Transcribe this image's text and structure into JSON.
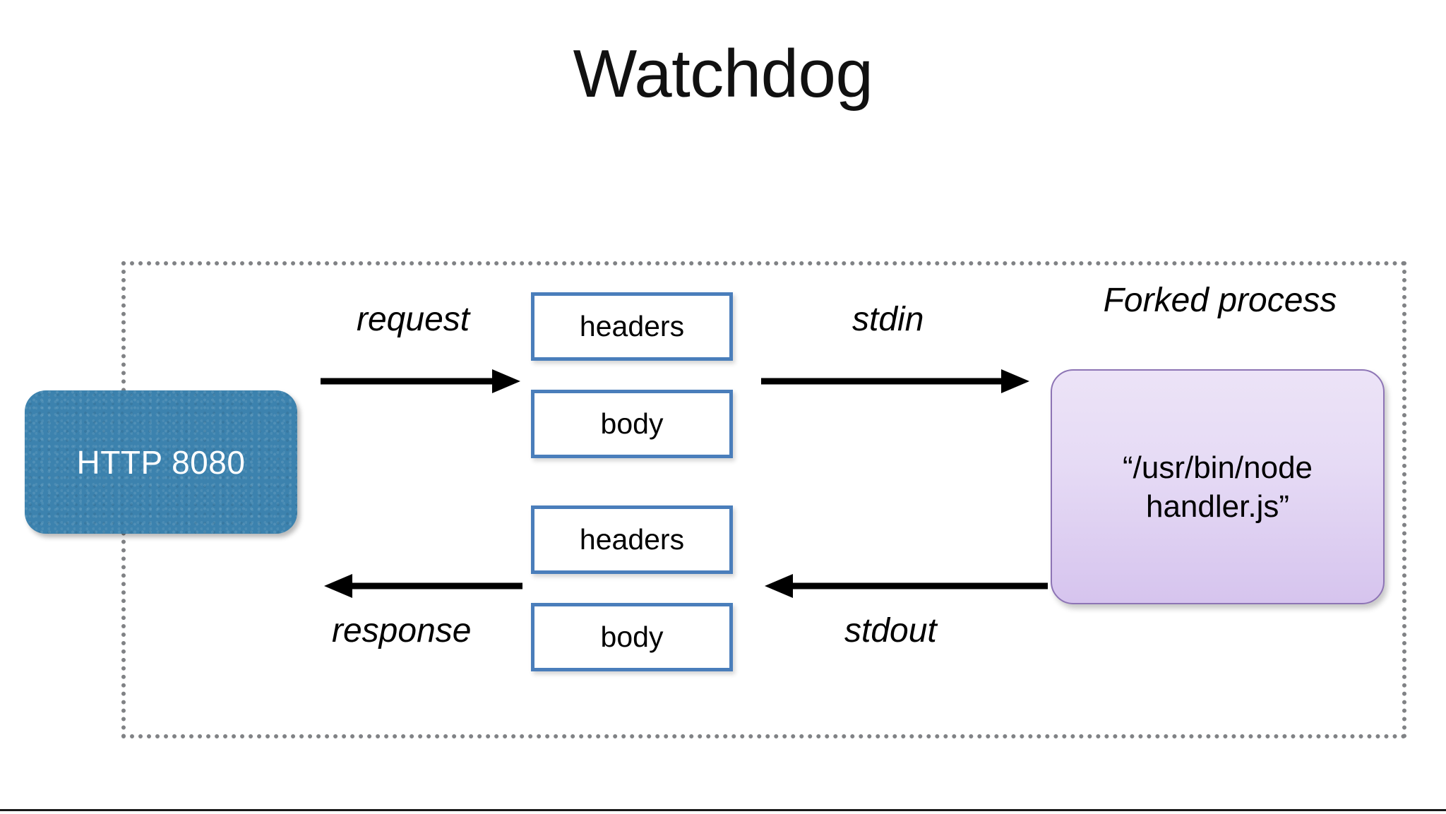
{
  "slide": {
    "title": "Watchdog",
    "background_color": "#ffffff",
    "bottom_rule_color": "#1a1a1a"
  },
  "diagram": {
    "type": "flow-diagram",
    "boundary": {
      "name": "watchdog-boundary",
      "style": "dotted",
      "color": "#808285"
    },
    "nodes": {
      "http": {
        "label": "HTTP 8080",
        "fill_color": "#3c82ae",
        "text_color": "#ffffff",
        "shape": "rounded-rectangle"
      },
      "forked_process": {
        "caption": "Forked process",
        "label": "“/usr/bin/node\nhandler.js”",
        "fill_color": "#e0d2f2",
        "border_color": "#8d74b5",
        "shape": "rounded-rectangle"
      }
    },
    "message_boxes": [
      {
        "id": "req-headers",
        "label": "headers",
        "group": "request"
      },
      {
        "id": "req-body",
        "label": "body",
        "group": "request"
      },
      {
        "id": "res-headers",
        "label": "headers",
        "group": "response"
      },
      {
        "id": "res-body",
        "label": "body",
        "group": "response"
      }
    ],
    "box_border_color": "#4a7ebb",
    "flows": [
      {
        "id": "request",
        "label": "request",
        "direction": "right"
      },
      {
        "id": "stdin",
        "label": "stdin",
        "direction": "right"
      },
      {
        "id": "response",
        "label": "response",
        "direction": "left"
      },
      {
        "id": "stdout",
        "label": "stdout",
        "direction": "left"
      }
    ],
    "arrow_color": "#000000"
  }
}
